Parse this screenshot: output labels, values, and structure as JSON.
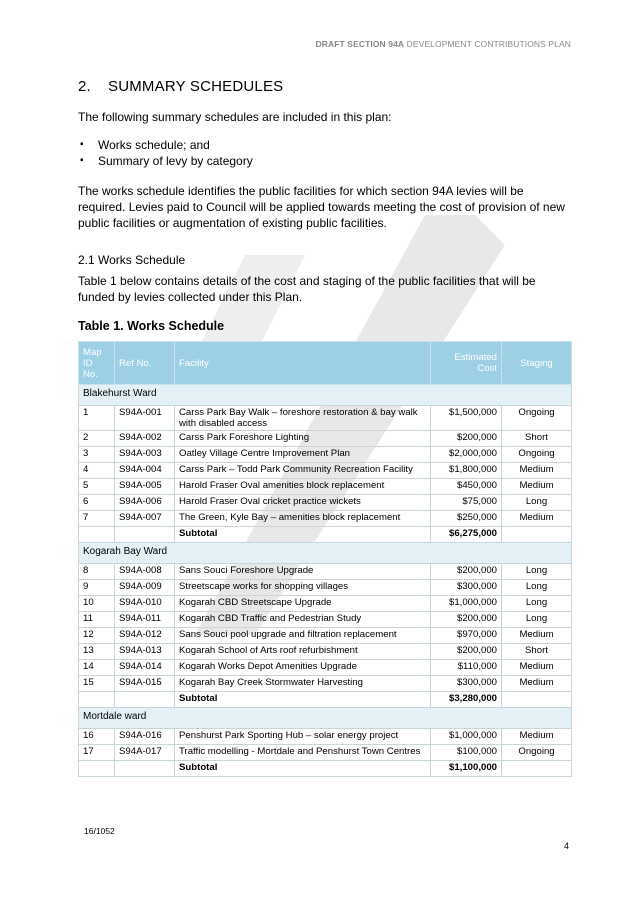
{
  "header": {
    "title_bold": "DRAFT SECTION 94A",
    "title_rest": " DEVELOPMENT CONTRIBUTIONS PLAN"
  },
  "section": {
    "number": "2.",
    "title": "SUMMARY SCHEDULES",
    "intro": "The following summary schedules are included in this plan:",
    "bullets": [
      "Works schedule; and",
      "Summary of levy by category"
    ],
    "paragraph": "The works schedule identifies the public facilities for which section 94A levies will be required. Levies paid to Council will be applied towards meeting the cost of provision of new public facilities or augmentation of existing public facilities."
  },
  "subsection": {
    "title": "2.1 Works Schedule",
    "paragraph": "Table 1 below contains details of the cost and staging of the public facilities that will be funded by levies collected under this Plan."
  },
  "table": {
    "caption": "Table 1. Works Schedule",
    "headers": {
      "map_id": "Map ID No.",
      "ref": "Ref No.",
      "facility": "Facility",
      "cost": "Estimated Cost",
      "staging": "Staging"
    },
    "wards": [
      {
        "name": "Blakehurst Ward",
        "rows": [
          {
            "id": "1",
            "ref": "S94A-001",
            "facility": "Carss Park Bay Walk – foreshore restoration & bay walk with disabled access",
            "cost": "$1,500,000",
            "staging": "Ongoing"
          },
          {
            "id": "2",
            "ref": "S94A-002",
            "facility": "Carss Park Foreshore Lighting",
            "cost": "$200,000",
            "staging": "Short"
          },
          {
            "id": "3",
            "ref": "S94A-003",
            "facility": "Oatley Village Centre Improvement Plan",
            "cost": "$2,000,000",
            "staging": "Ongoing"
          },
          {
            "id": "4",
            "ref": "S94A-004",
            "facility": "Carss Park – Todd Park Community Recreation Facility",
            "cost": "$1,800,000",
            "staging": "Medium"
          },
          {
            "id": "5",
            "ref": "S94A-005",
            "facility": "Harold Fraser Oval amenities block replacement",
            "cost": "$450,000",
            "staging": "Medium"
          },
          {
            "id": "6",
            "ref": "S94A-006",
            "facility": "Harold Fraser Oval cricket practice wickets",
            "cost": "$75,000",
            "staging": "Long"
          },
          {
            "id": "7",
            "ref": "S94A-007",
            "facility": "The Green, Kyle Bay – amenities block replacement",
            "cost": "$250,000",
            "staging": "Medium"
          }
        ],
        "subtotal_label": "Subtotal",
        "subtotal": "$6,275,000"
      },
      {
        "name": "Kogarah Bay Ward",
        "rows": [
          {
            "id": "8",
            "ref": "S94A-008",
            "facility": "Sans Souci Foreshore Upgrade",
            "cost": "$200,000",
            "staging": "Long"
          },
          {
            "id": "9",
            "ref": "S94A-009",
            "facility": "Streetscape works for shopping villages",
            "cost": "$300,000",
            "staging": "Long"
          },
          {
            "id": "10",
            "ref": "S94A-010",
            "facility": "Kogarah CBD Streetscape Upgrade",
            "cost": "$1,000,000",
            "staging": "Long"
          },
          {
            "id": "11",
            "ref": "S94A-011",
            "facility": "Kogarah CBD Traffic and Pedestrian Study",
            "cost": "$200,000",
            "staging": "Long"
          },
          {
            "id": "12",
            "ref": "S94A-012",
            "facility": "Sans Souci pool upgrade and filtration replacement",
            "cost": "$970,000",
            "staging": "Medium"
          },
          {
            "id": "13",
            "ref": "S94A-013",
            "facility": "Kogarah School of Arts roof refurbishment",
            "cost": "$200,000",
            "staging": "Short"
          },
          {
            "id": "14",
            "ref": "S94A-014",
            "facility": "Kogarah Works Depot Amenities Upgrade",
            "cost": "$110,000",
            "staging": "Medium"
          },
          {
            "id": "15",
            "ref": "S94A-015",
            "facility": "Kogarah Bay Creek Stormwater Harvesting",
            "cost": "$300,000",
            "staging": "Medium"
          }
        ],
        "subtotal_label": "Subtotal",
        "subtotal": "$3,280,000"
      },
      {
        "name": "Mortdale ward",
        "rows": [
          {
            "id": "16",
            "ref": "S94A-016",
            "facility": "Penshurst Park Sporting Hub – solar energy project",
            "cost": "$1,000,000",
            "staging": "Medium"
          },
          {
            "id": "17",
            "ref": "S94A-017",
            "facility": "Traffic modelling - Mortdale and Penshurst Town Centres",
            "cost": "$100,000",
            "staging": "Ongoing"
          }
        ],
        "subtotal_label": "Subtotal",
        "subtotal": "$1,100,000"
      }
    ]
  },
  "footer": {
    "ref": "16/1052",
    "page": "4"
  },
  "colors": {
    "table_header_bg": "#9dd0e4",
    "ward_row_bg": "#e3f1f7",
    "watermark": "#e6e6e6"
  }
}
